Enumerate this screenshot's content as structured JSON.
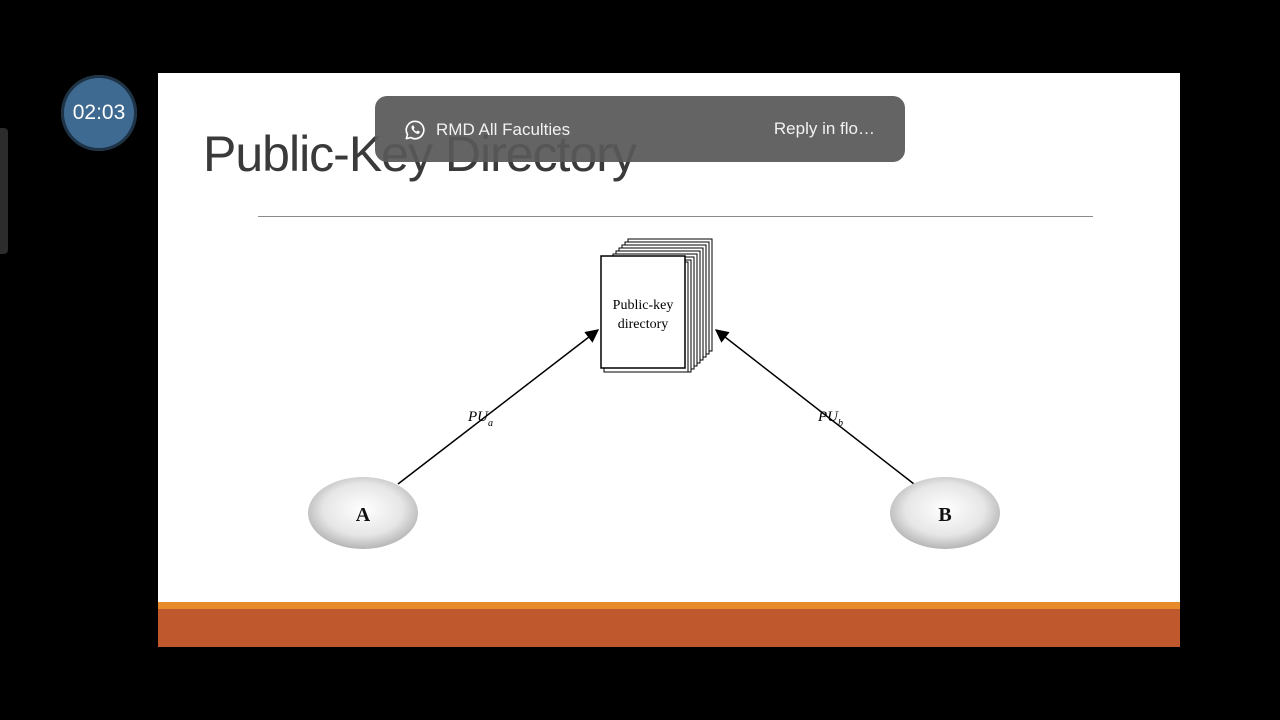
{
  "overlay": {
    "timer": "02:03"
  },
  "notification": {
    "icon": "whatsapp-icon",
    "title": "RMD All Faculties",
    "action": "Reply in flo…"
  },
  "slide": {
    "title": "Public-Key Directory",
    "diagram": {
      "directory_label_line1": "Public-key",
      "directory_label_line2": "directory",
      "node_a": "A",
      "node_b": "B",
      "edge_a_main": "PU",
      "edge_a_sub": "a",
      "edge_b_main": "PU",
      "edge_b_sub": "b"
    }
  },
  "colors": {
    "footer_band": "#bf582c",
    "footer_stripe": "#e78a2a",
    "timer_badge": "#3e6a92",
    "notification_bg": "#585858"
  }
}
